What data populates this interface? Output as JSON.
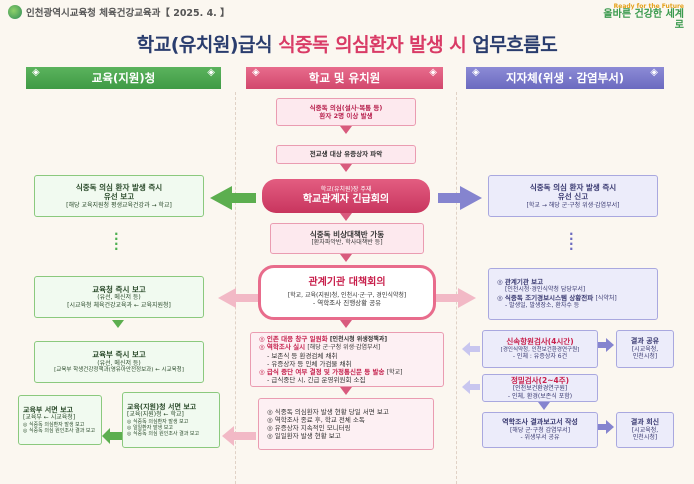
{
  "header": {
    "org": "인천광역시교육청 체육건강교육과【 2025. 4. 】",
    "brand_line1": "Ready for the Future",
    "brand_line2": "올바른 건강한 세계로"
  },
  "title": {
    "part1": "학교(유치원)급식 ",
    "part2": "식중독 의심환자 발생 시",
    "part3": " 업무흐름도"
  },
  "columns": {
    "left": "교육(지원)청",
    "center": "학교 및 유치원",
    "right": "지자체(위생 · 감염부서)",
    "marker": "◈"
  },
  "center": {
    "b1_l1": "식중독 의심(설사·복통 등)",
    "b1_l2": "환자 2명 이상 발생",
    "b2": "전교생 대상 유증상자 파악",
    "b3_l1": "학교(유치원)장 주재",
    "b3_l2": "학교관계자 긴급회의",
    "b4_l1": "식중독 비상대책반 가동",
    "b4_l2": "[환자파악반, 학사대책반 등]",
    "b5_l1": "관계기관 대책회의",
    "b5_l2": "[학교, 교육(지원)청, 인천시·군·구, 경인식약청]",
    "b5_l3": "- 역학조사 진행상황 공유",
    "b6_l1": "◎ 인존 대응 창구 일원화",
    "b6_l1s": "[인천시청 위생정책과]",
    "b6_l2": "◎ 역학조사 실시",
    "b6_l2s": "[해당 군·구청 위생·감염부서]",
    "b6_l3": "- 보존식 등 환경검체 채취",
    "b6_l4": "- 유증상자 등 인체 가검물 채취",
    "b6_l5": "◎ 급식 중단 여부 결정 및 가정통신문 등 발송",
    "b6_l5s": "[학교]",
    "b6_l6": "- 급식중단 시, 긴급 운영위원회 소집",
    "b7_l1": "◎ 식중독 의심환자 발생 현황 당일 서면 보고",
    "b7_l2": "◎ 역학조사 종료 후, 학교 전체 소독",
    "b7_l3": "◎ 유증상자 지속적인 모니터링",
    "b7_l4": "◎ 일일환자 발생 현황 보고"
  },
  "left": {
    "g1_l1": "식중독 의심 환자 발생 즉시",
    "g1_l2": "유선 보고",
    "g1_l3": "[해당 교육지원청 평생교육건강과 → 학교]",
    "g2_l1": "교육청 즉시 보고",
    "g2_l2": "(유선, 메신저 등)",
    "g2_l3": "[시교육청 체육건강교육과 ← 교육지원청]",
    "g3_l1": "교육부 즉시 보고",
    "g3_l2": "(유선, 메신저 등)",
    "g3_l3": "[교육부 학생건강정책과(영유아안전정보과) ← 시교육청]",
    "g4_l1": "교육부 서면 보고",
    "g4_l2": "[교육부 ← 시교육청]",
    "g4_l3": "◎ 식중독 의심환자 발생 보고",
    "g4_l4": "◎ 식중독 의심 원인조사 결과 보고",
    "g5_l1": "교육(지원)청 서면 보고",
    "g5_l2": "[교육(지원)청 ← 학교]",
    "g5_l3": "◎ 식중독 의심환자 발생 보고",
    "g5_l4": "◎ 일일환자 발생 보고",
    "g5_l5": "◎ 식중독 의심 원인조사 결과 보고"
  },
  "right": {
    "v1_l1": "식중독 의심 환자 발생 즉시",
    "v1_l2": "유선 신고",
    "v1_l3": "[학교 → 해당 군·구청 위생·감염부서]",
    "v2_l1": "◎ 관계기관 보고",
    "v2_l2": "[인천시청·경인식약청 담당부서]",
    "v2_l3": "◎ 식중독 조기경보시스템 상황전파",
    "v2_l3s": "[식약처]",
    "v2_l4": "- 발생일, 발생장소, 환자수 등",
    "v3_l1": "신속항원검사(4시간)",
    "v3_l2": "[경인식약청, 인천보건환경연구원]",
    "v3_l3": "- 인체 : 유증상자 6건",
    "v4_l1": "결과 공유",
    "v4_l2": "[시교육청,",
    "v4_l3": "인천시청]",
    "v5_l1": "정밀검사(2~4주)",
    "v5_l2": "[인천보건환경연구원]",
    "v5_l3": "- 인체, 환경(보존식 포함)",
    "v6_l1": "역학조사 결과보고서 작성",
    "v6_l2": "[해당 군·구청 감염부서]",
    "v6_l3": "- 위생부서 공유",
    "v7_l1": "결과 회신",
    "v7_l2": "[시교육청,",
    "v7_l3": "인천시청]"
  },
  "colors": {
    "green": "#4caf50",
    "pink": "#d2476d",
    "purple": "#6b6ac0",
    "title": "#2a3d6e"
  }
}
